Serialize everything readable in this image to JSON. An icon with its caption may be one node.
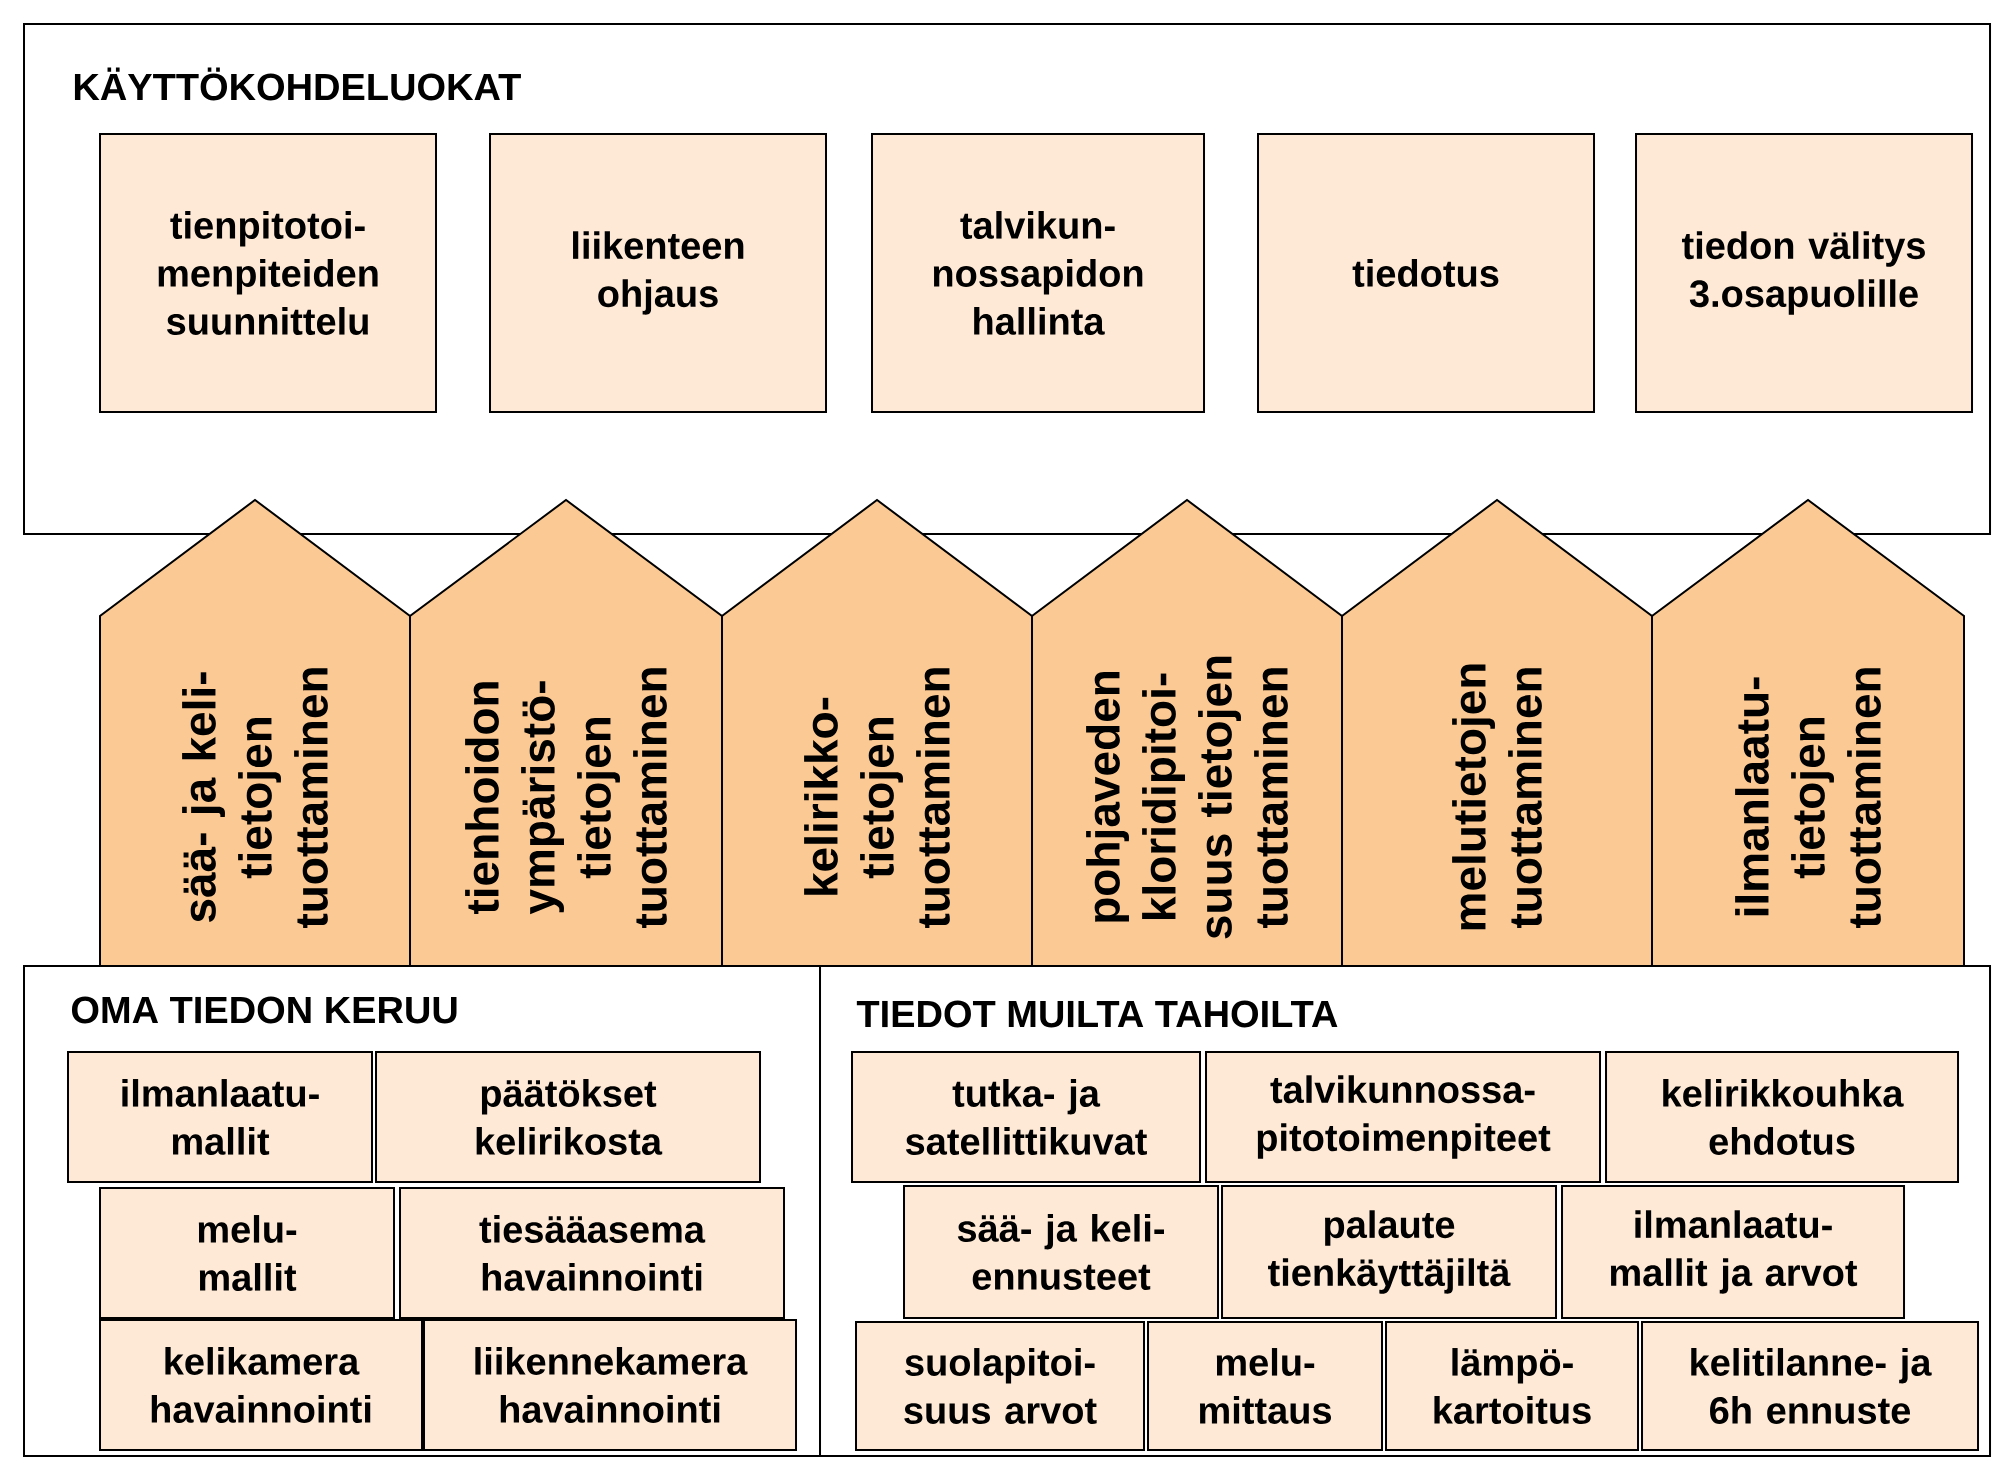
{
  "diagram": {
    "nodes": [
      {
        "text": [
          "KÄYTTÖKOHDELUOKAT"
        ]
      },
      {
        "text": [
          "tienpitotoi- menpiteiden suunnittelu"
        ],
        "in": 0
      },
      {
        "text": [
          "liikenteen ohjaus"
        ],
        "in": 0
      },
      {
        "text": [
          "talvikun- nossapidon hallinta"
        ],
        "in": 0
      },
      {
        "text": [
          "tiedotus"
        ],
        "in": 0
      },
      {
        "text": [
          "tiedon välitys 3.osapuolille"
        ],
        "in": 0
      },
      {
        "text": [
          "sää- ja keli- tietojen tuottaminen"
        ]
      },
      {
        "text": [
          "tienhoidon ympäristö- tietojen tuottaminen"
        ]
      },
      {
        "text": [
          "kelirikko- tietojen tuottaminen"
        ]
      },
      {
        "text": [
          "pohjaveden kloridipitoi- suus tietojen tuottaminen"
        ]
      },
      {
        "text": [
          "melutietojen tuottaminen"
        ]
      },
      {
        "text": [
          "ilmanlaatu- tietojen tuottaminen"
        ]
      },
      {
        "text": [
          "OMA TIEDON KERUU"
        ]
      },
      {
        "text": [
          "ilmanlaatu- mallit"
        ],
        "in": 12
      },
      {
        "text": [
          "päätökset kelirikosta"
        ],
        "in": 12
      },
      {
        "text": [
          "melu- mallit"
        ],
        "in": 12
      },
      {
        "text": [
          "tiesääasema havainnointi"
        ],
        "in": 12
      },
      {
        "text": [
          "kelikamera havainnointi"
        ],
        "in": 12
      },
      {
        "text": [
          "liikennekamera havainnointi"
        ],
        "in": 12
      },
      {
        "text": [
          "TIEDOT MUILTA TAHOILTA"
        ]
      },
      {
        "text": [
          "tutka- ja satellittikuvat"
        ],
        "in": 19
      },
      {
        "text": [
          "talvikunnossa- pitotoimenpiteet"
        ],
        "in": 19
      },
      {
        "text": [
          "kelirikkouhka ehdotus"
        ],
        "in": 19
      },
      {
        "text": [
          "sää- ja keli- ennusteet"
        ],
        "in": 19
      },
      {
        "text": [
          "palaute tienkäyttäjiltä"
        ],
        "in": 19
      },
      {
        "text": [
          "ilmanlaatu- mallit ja arvot"
        ],
        "in": 19
      },
      {
        "text": [
          "suolapitoi- suus arvot"
        ],
        "in": 19
      },
      {
        "text": [
          "melu- mittaus"
        ],
        "in": 19
      },
      {
        "text": [
          "lämpö- kartoitus"
        ],
        "in": 19
      },
      {
        "text": [
          "kelitilanne- ja 6h ennuste"
        ],
        "in": 19
      }
    ]
  }
}
